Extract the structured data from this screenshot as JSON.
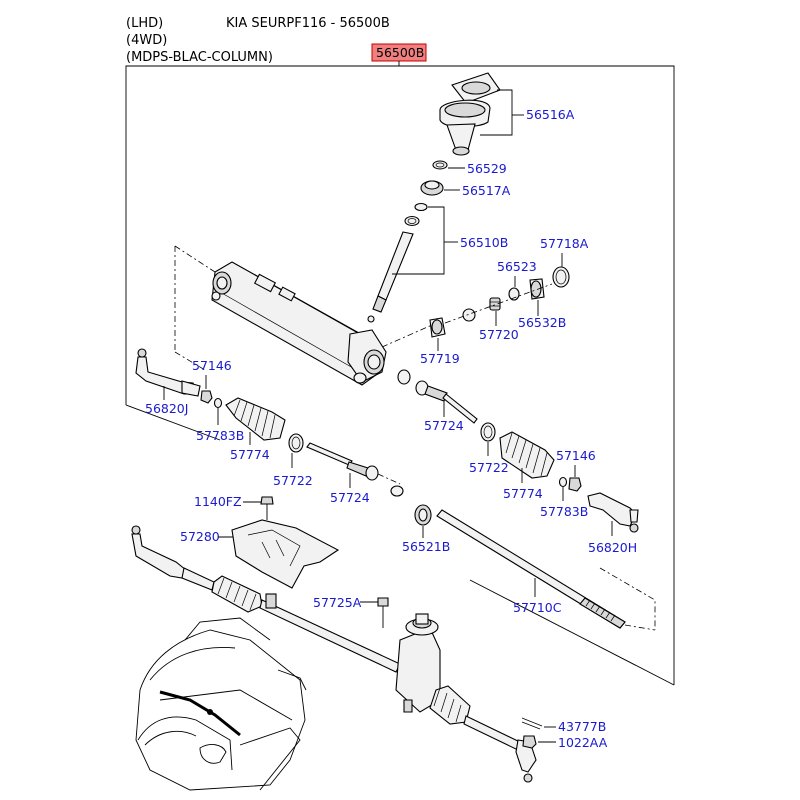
{
  "header": {
    "line1": "(LHD)",
    "line2": "(4WD)",
    "line3": "(MDPS-BLAC-COLUMN)",
    "model": "KIA SEURPF116 - 56500B"
  },
  "main_assembly": {
    "label": "56500B",
    "highlight_color": "#f08080"
  },
  "colors": {
    "label_link": "#1a1ad0",
    "line": "#000000"
  },
  "parts": {
    "p56516A": "56516A",
    "p56529": "56529",
    "p56517A": "56517A",
    "p56510B": "56510B",
    "p57718A": "57718A",
    "p56523": "56523",
    "p56532B": "56532B",
    "p57720": "57720",
    "p57719": "57719",
    "p57146a": "57146",
    "p56820J": "56820J",
    "p57783Ba": "57783B",
    "p57774a": "57774",
    "p57724a": "57724",
    "p57722a": "57722",
    "p57722b": "57722",
    "p57724b": "57724",
    "p57774b": "57774",
    "p57146b": "57146",
    "p57783Bb": "57783B",
    "p1140FZ": "1140FZ",
    "p57280": "57280",
    "p56521B": "56521B",
    "p56820H": "56820H",
    "p57725A": "57725A",
    "p57710C": "57710C",
    "p43777B": "43777B",
    "p1022AA": "1022AA"
  }
}
